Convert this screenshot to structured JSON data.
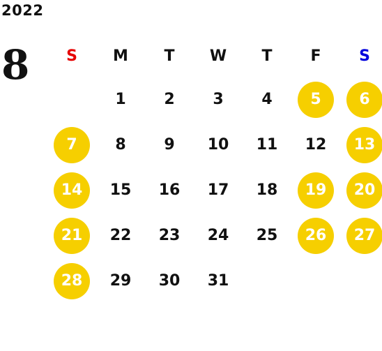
{
  "calendar": {
    "year": "2022",
    "month": "8",
    "weekdays": [
      {
        "label": "S",
        "color": "#e60000"
      },
      {
        "label": "M",
        "color": "#111111"
      },
      {
        "label": "T",
        "color": "#111111"
      },
      {
        "label": "W",
        "color": "#111111"
      },
      {
        "label": "T",
        "color": "#111111"
      },
      {
        "label": "F",
        "color": "#111111"
      },
      {
        "label": "S",
        "color": "#0000dd"
      }
    ],
    "highlight_color": "#f6cf00",
    "weeks": [
      [
        null,
        "1",
        "2",
        "3",
        "4",
        "5",
        "6"
      ],
      [
        "7",
        "8",
        "9",
        "10",
        "11",
        "12",
        "13"
      ],
      [
        "14",
        "15",
        "16",
        "17",
        "18",
        "19",
        "20"
      ],
      [
        "21",
        "22",
        "23",
        "24",
        "25",
        "26",
        "27"
      ],
      [
        "28",
        "29",
        "30",
        "31",
        null,
        null,
        null
      ]
    ],
    "highlighted_days": [
      "5",
      "6",
      "7",
      "13",
      "14",
      "19",
      "20",
      "21",
      "26",
      "27",
      "28"
    ]
  }
}
